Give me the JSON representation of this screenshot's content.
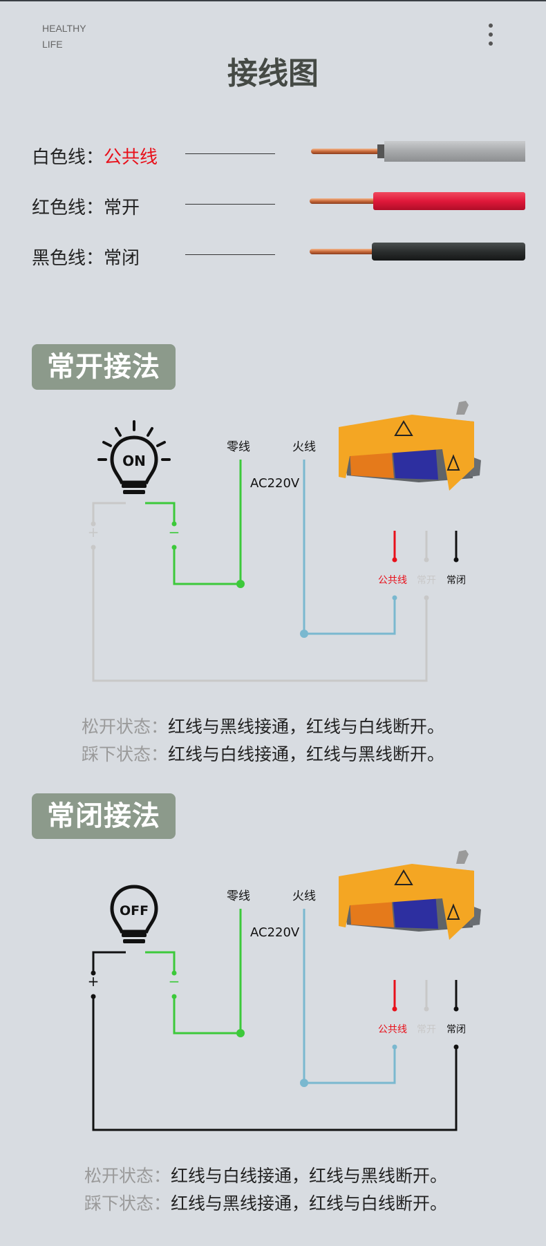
{
  "header": {
    "brand_line1": "HEALTHY",
    "brand_line2": "LIFE",
    "title": "接线图"
  },
  "wires": [
    {
      "label": "白色线：",
      "value": "公共线",
      "value_color": "#e8101a",
      "color": "#a7a9ab"
    },
    {
      "label": "红色线：",
      "value": "常开",
      "value_color": "#222222",
      "color": "#e0183a"
    },
    {
      "label": "黑色线：",
      "value": "常闭",
      "value_color": "#222222",
      "color": "#2b2e2e"
    }
  ],
  "sections": [
    {
      "title": "常开接法",
      "bulb": "ON",
      "neutral": "零线",
      "live": "火线",
      "voltage": "AC220V",
      "plus": "+",
      "minus": "−",
      "terminals": [
        "公共线",
        "常开",
        "常闭"
      ],
      "status": [
        {
          "label": "松开状态：",
          "text": "红线与黑线接通，红线与白线断开。"
        },
        {
          "label": "踩下状态：",
          "text": "红线与白线接通，红线与黑线断开。"
        }
      ]
    },
    {
      "title": "常闭接法",
      "bulb": "OFF",
      "neutral": "零线",
      "live": "火线",
      "voltage": "AC220V",
      "plus": "+",
      "minus": "−",
      "terminals": [
        "公共线",
        "常开",
        "常闭"
      ],
      "status": [
        {
          "label": "松开状态：",
          "text": "红线与白线接通，红线与黑线断开。"
        },
        {
          "label": "踩下状态：",
          "text": "红线与黑线接通，红线与白线断开。"
        }
      ]
    }
  ],
  "colors": {
    "green": "#3cc93a",
    "blue": "#7ab8cf",
    "gray": "#c8c8c8",
    "black": "#111111",
    "red": "#e8101a",
    "pedal_yellow": "#f4a623",
    "pedal_orange": "#e57a1b",
    "pedal_blue": "#2d2fa0"
  }
}
